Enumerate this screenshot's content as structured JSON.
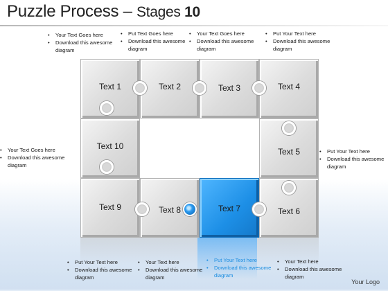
{
  "title": {
    "main": "Puzzle Process",
    "dash": " – ",
    "sub": "Stages ",
    "num": "10"
  },
  "pieces": [
    {
      "id": "1",
      "label": "Text 1"
    },
    {
      "id": "2",
      "label": "Text 2"
    },
    {
      "id": "3",
      "label": "Text 3"
    },
    {
      "id": "4",
      "label": "Text 4"
    },
    {
      "id": "5",
      "label": "Text 5"
    },
    {
      "id": "6",
      "label": "Text 6"
    },
    {
      "id": "7",
      "label": "Text 7"
    },
    {
      "id": "8",
      "label": "Text 8"
    },
    {
      "id": "9",
      "label": "Text 9"
    },
    {
      "id": "10",
      "label": "Text 10"
    }
  ],
  "callouts": {
    "top1": [
      "Your Text Goes here",
      "Download this awesome diagram"
    ],
    "top2": [
      "Put Text Goes here",
      "Download this awesome diagram"
    ],
    "top3": [
      "Your Text Goes here",
      "Download this awesome diagram"
    ],
    "top4": [
      "Put Your Text  here",
      "Download this awesome diagram"
    ],
    "left": [
      "Your Text Goes here",
      "Download this awesome diagram"
    ],
    "right": [
      "Put Your Text  here",
      "Download this awesome diagram"
    ],
    "bot1": [
      "Put Your Text  here",
      "Download this awesome diagram"
    ],
    "bot2": [
      "Your Text  here",
      "Download this awesome diagram"
    ],
    "bot3": [
      "Put Your Text  here",
      "Download this awesome diagram"
    ],
    "bot4": [
      "Your Text  here",
      "Download this awesome diagram"
    ]
  },
  "logo": "Your Logo",
  "colors": {
    "highlight": "#1d8fe6",
    "piece": "#dcdcdc"
  }
}
